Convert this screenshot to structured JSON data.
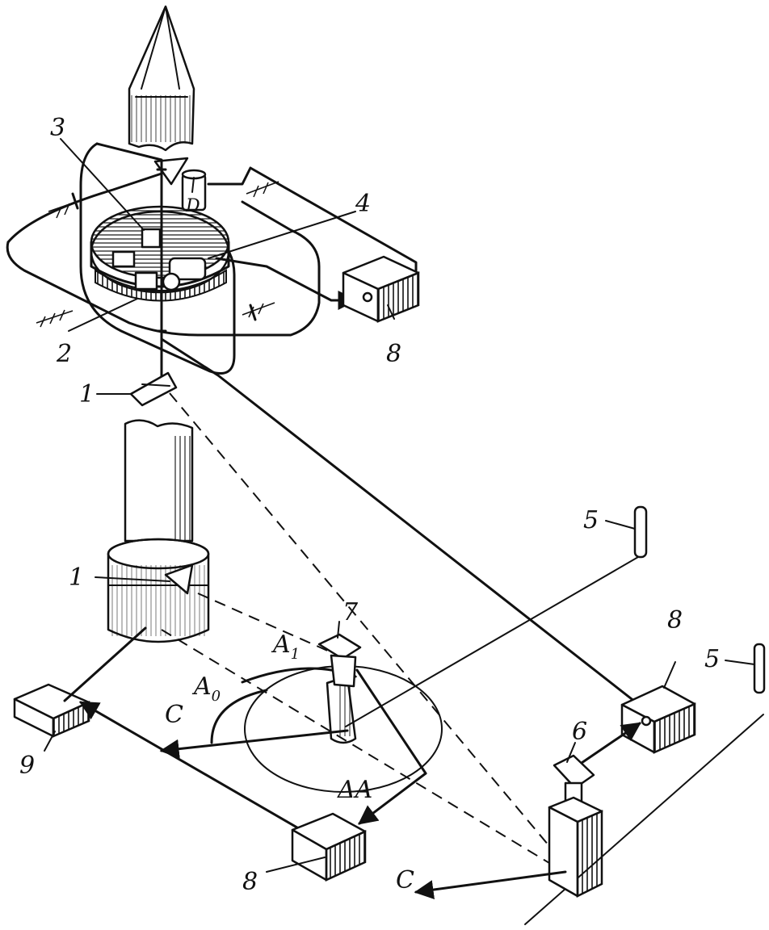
{
  "labels": {
    "n1_top": "1",
    "n1_base": "1",
    "n2": "2",
    "n3": "3",
    "n4": "4",
    "n5_left": "5",
    "n5_right": "5",
    "n6": "6",
    "n7": "7",
    "n8_top": "8",
    "n8_right": "8",
    "n8_bottom": "8",
    "n9": "9",
    "gyro_d": "D",
    "a1": "A",
    "a1_sub": "1",
    "a0": "A",
    "a0_sub": "0",
    "delta_a": "ΔA",
    "c_left": "C",
    "c_right": "C"
  }
}
